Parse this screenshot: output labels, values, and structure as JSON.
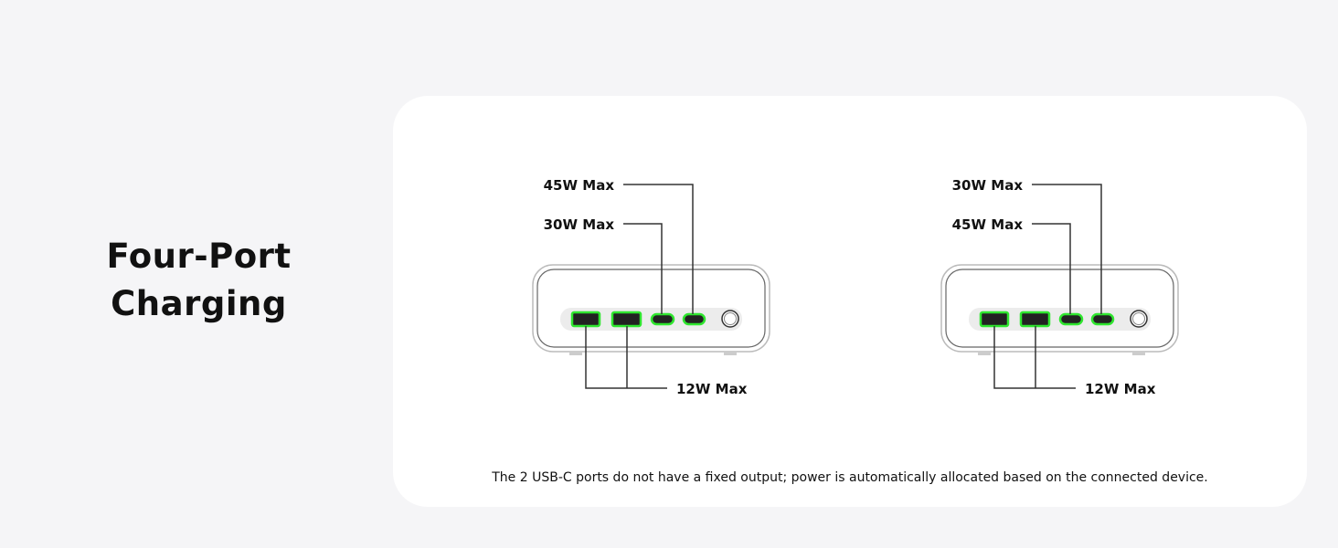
{
  "heading": {
    "line1": "Four-Port",
    "line2": "Charging"
  },
  "diagrams": [
    {
      "top_label": "45W Max",
      "mid_label": "30W Max",
      "bottom_label": "12W Max"
    },
    {
      "top_label": "30W Max",
      "mid_label": "45W Max",
      "bottom_label": "12W Max"
    }
  ],
  "note": "The 2 USB-C ports do not have a fixed output; power is automatically allocated based on the connected device.",
  "colors": {
    "port_highlight": "#2fe62f",
    "line": "#333333"
  }
}
